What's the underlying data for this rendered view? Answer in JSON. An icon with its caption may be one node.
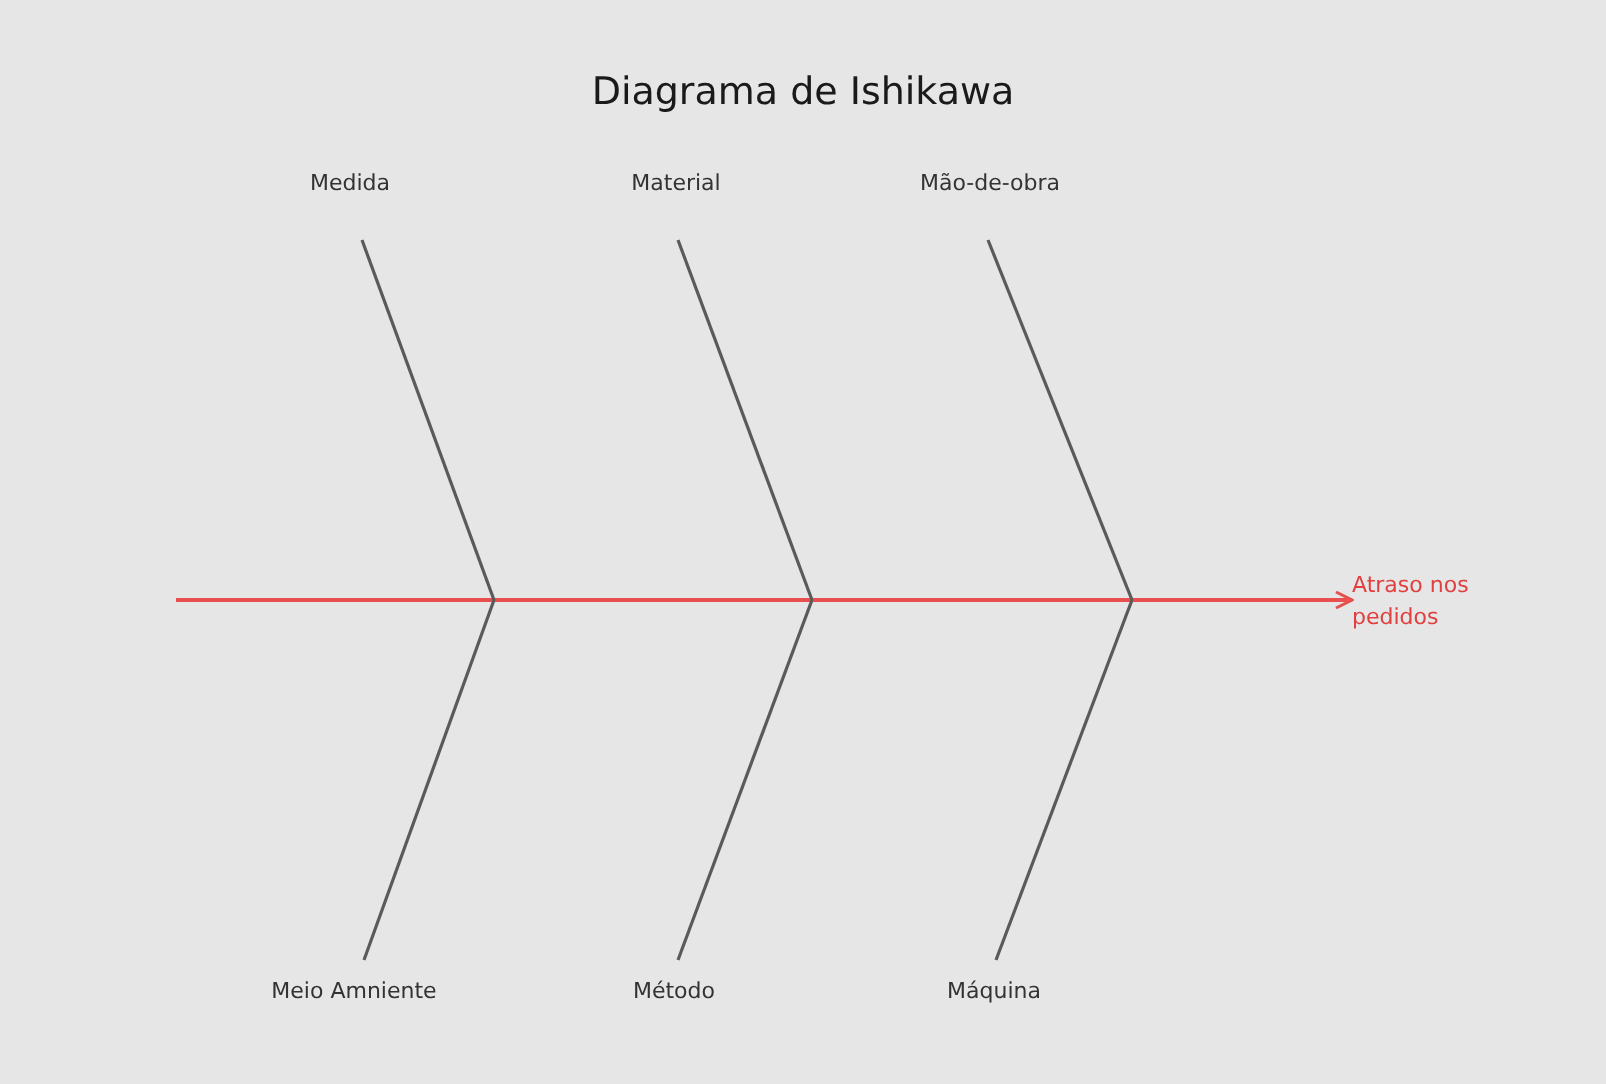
{
  "diagram": {
    "title": "Diagrama de Ishikawa",
    "nodes": [
      {
        "text": [
          "Medida"
        ]
      },
      {
        "text": [
          "Material"
        ]
      },
      {
        "text": [
          "Mão-de-obra"
        ]
      },
      {
        "text": [
          "Meio Amniente"
        ]
      },
      {
        "text": [
          "Método"
        ]
      },
      {
        "text": [
          "Máquina"
        ]
      },
      {
        "text": [
          "Atraso nos pedidos"
        ]
      }
    ],
    "edges": [
      {
        "from": null,
        "to": 6,
        "arrow": "to",
        "color": "#e8504f"
      },
      {
        "from": 0,
        "to": null,
        "arrow": "none"
      },
      {
        "from": 1,
        "to": null,
        "arrow": "none"
      },
      {
        "from": 2,
        "to": null,
        "arrow": "none"
      },
      {
        "from": 3,
        "to": null,
        "arrow": "none"
      },
      {
        "from": 4,
        "to": null,
        "arrow": "none"
      },
      {
        "from": 5,
        "to": null,
        "arrow": "none"
      }
    ]
  }
}
